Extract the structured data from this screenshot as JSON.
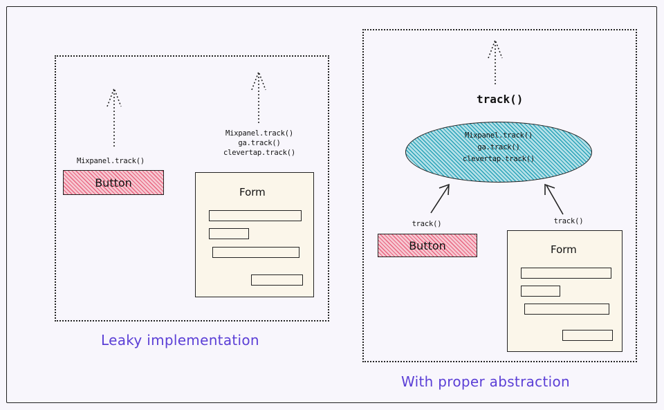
{
  "left_panel": {
    "caption": "Leaky implementation",
    "button_call": "Mixpanel.track()",
    "button_label": "Button",
    "form_calls": [
      "Mixpanel.track()",
      "ga.track()",
      "clevertap.track()"
    ],
    "form_title": "Form"
  },
  "right_panel": {
    "caption": "With proper abstraction",
    "abstraction_label": "track()",
    "abstraction_calls": [
      "Mixpanel.track()",
      "ga.track()",
      "clevertap.track()"
    ],
    "button_call": "track()",
    "button_label": "Button",
    "form_call": "track()",
    "form_title": "Form"
  },
  "colors": {
    "caption": "#5b3fd6",
    "button_fill": "#e8637f",
    "abstraction_fill": "#2aa3b8",
    "form_fill": "#fbf6ea"
  }
}
